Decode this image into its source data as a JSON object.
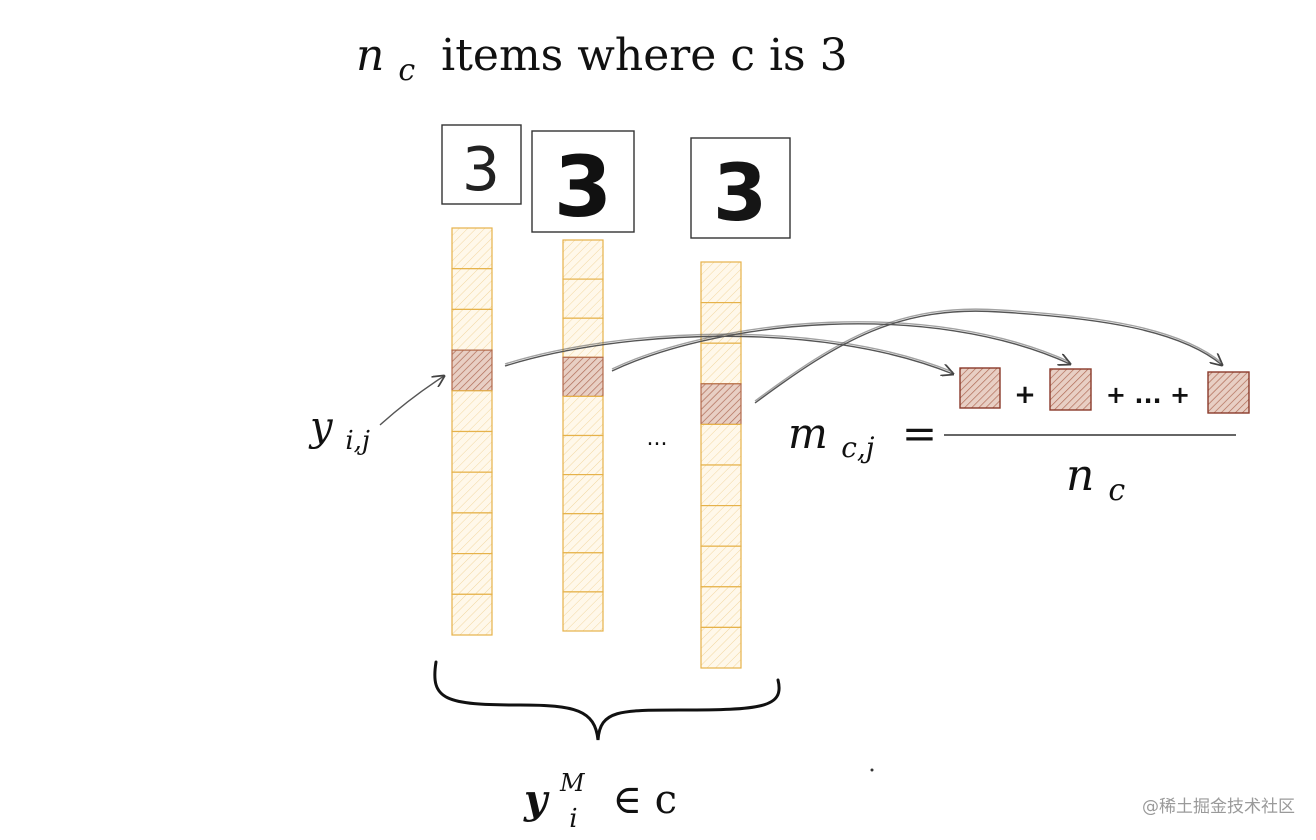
{
  "title": {
    "n_symbol": "n",
    "n_sub": "c",
    "rest": "items  where c is 3"
  },
  "digits": [
    "3",
    "3",
    "3"
  ],
  "labels": {
    "y_symbol": "y",
    "y_sub": "i,j",
    "ellipsis": "...",
    "m_symbol": "m",
    "m_sub": "c,j",
    "equals": "=",
    "plus": "+",
    "sum_ellipsis": "+ ... +",
    "denominator_symbol": "n",
    "denominator_sub": "c",
    "bottom_y": "y",
    "bottom_sup": "M",
    "bottom_sub": "i",
    "bottom_in": "∈ c"
  },
  "watermark": "@稀土掘金技术社区",
  "colors": {
    "cell_stroke": "#e6b24a",
    "highlight_stroke": "#b36a4a",
    "sum_box_stroke": "#8a3a2a"
  }
}
